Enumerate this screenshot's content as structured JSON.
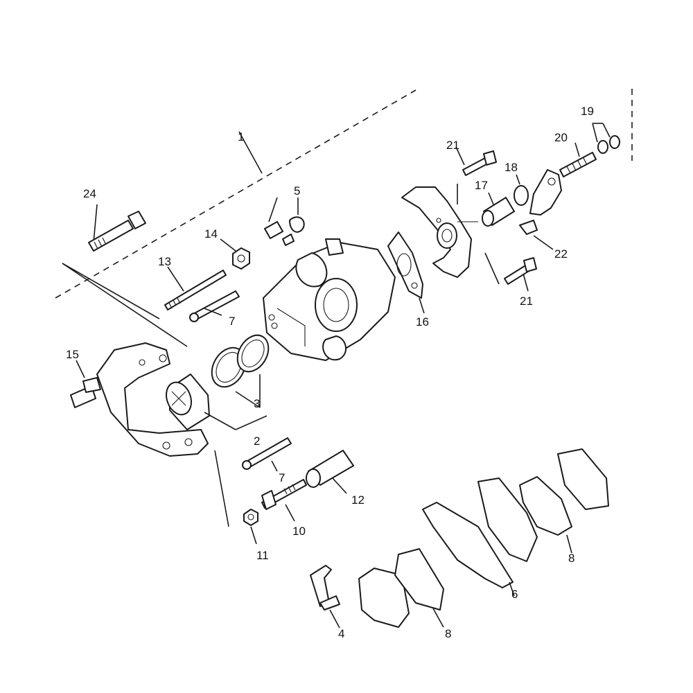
{
  "diagram": {
    "labels": {
      "l1": "1",
      "l2": "2",
      "l3": "3",
      "l4": "4",
      "l5": "5",
      "l6": "6",
      "l7a": "7",
      "l7b": "7",
      "l8a": "8",
      "l8b": "8",
      "l10": "10",
      "l11": "11",
      "l12": "12",
      "l13": "13",
      "l14": "14",
      "l15": "15",
      "l16": "16",
      "l17": "17",
      "l18": "18",
      "l19": "19",
      "l20": "20",
      "l21a": "21",
      "l21b": "21",
      "l22": "22",
      "l24": "24"
    }
  }
}
